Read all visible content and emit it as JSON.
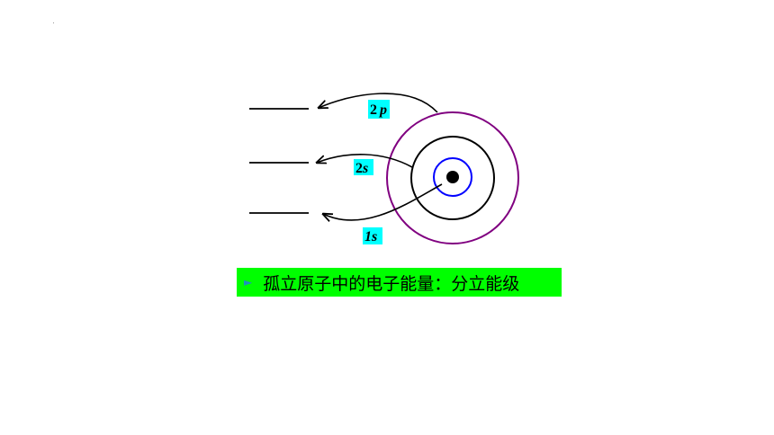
{
  "colors": {
    "background": "#ffffff",
    "label_highlight": "#00ffff",
    "caption_background": "#00ff00",
    "bullet": "#1f8fbf",
    "outer_orbit": "#800080",
    "middle_orbit": "#000000",
    "inner_orbit": "#0000ff",
    "nucleus": "#000000"
  },
  "labels": {
    "level_2p_num": "2",
    "level_2p_letter": "p",
    "level_2s_num": "2",
    "level_2s_letter": "s",
    "level_1s_num": "1",
    "level_1s_letter": "s"
  },
  "caption": {
    "bullet_icon": "triangle-right-icon",
    "bullet": "►",
    "text": "孤立原子中的电子能量：分立能级"
  }
}
